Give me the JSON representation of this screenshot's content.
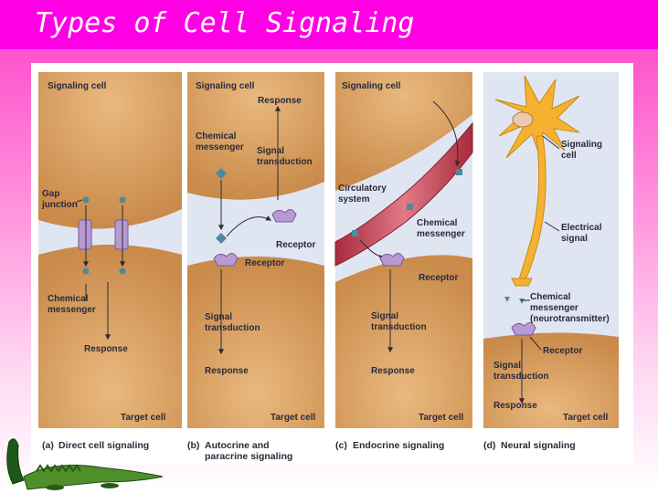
{
  "slide": {
    "title": "Types of Cell Signaling"
  },
  "panels": {
    "a": {
      "signaling_cell": "Signaling cell",
      "gap_junction_1": "Gap",
      "gap_junction_2": "junction",
      "chemical_messenger_1": "Chemical",
      "chemical_messenger_2": "messenger",
      "response": "Response",
      "target_cell": "Target cell",
      "caption_letter": "(a)",
      "caption": "Direct cell signaling"
    },
    "b": {
      "signaling_cell": "Signaling cell",
      "response_top": "Response",
      "chemical_messenger_1": "Chemical",
      "chemical_messenger_2": "messenger",
      "signal_transduction_top_1": "Signal",
      "signal_transduction_top_2": "transduction",
      "receptor_top": "Receptor",
      "receptor_bottom": "Receptor",
      "signal_transduction_1": "Signal",
      "signal_transduction_2": "transduction",
      "response": "Response",
      "target_cell": "Target cell",
      "caption_letter": "(b)",
      "caption_1": "Autocrine and",
      "caption_2": "paracrine signaling"
    },
    "c": {
      "signaling_cell": "Signaling cell",
      "circulatory_1": "Circulatory",
      "circulatory_2": "system",
      "chemical_messenger_1": "Chemical",
      "chemical_messenger_2": "messenger",
      "receptor": "Receptor",
      "signal_transduction_1": "Signal",
      "signal_transduction_2": "transduction",
      "response": "Response",
      "target_cell": "Target cell",
      "caption_letter": "(c)",
      "caption": "Endocrine signaling"
    },
    "d": {
      "signaling_cell_1": "Signaling",
      "signaling_cell_2": "cell",
      "electrical_1": "Electrical",
      "electrical_2": "signal",
      "chemical_messenger_1": "Chemical",
      "chemical_messenger_2": "messenger",
      "chemical_messenger_3": "(neurotransmitter)",
      "receptor": "Receptor",
      "signal_transduction_1": "Signal",
      "signal_transduction_2": "transduction",
      "response": "Response",
      "target_cell": "Target cell",
      "caption_letter": "(d)",
      "caption": "Neural signaling"
    }
  },
  "colors": {
    "title_bar": "#ff00e4",
    "cell_fill": "#d9a066",
    "cell_dark": "#b8753a",
    "extracellular": "#dfe6f2",
    "vessel": "#c23a4e",
    "neuron": "#f5b230",
    "receptor": "#b79ad1",
    "messenger": "#4d8a9e"
  },
  "icons": [
    "crocodile-logo"
  ]
}
